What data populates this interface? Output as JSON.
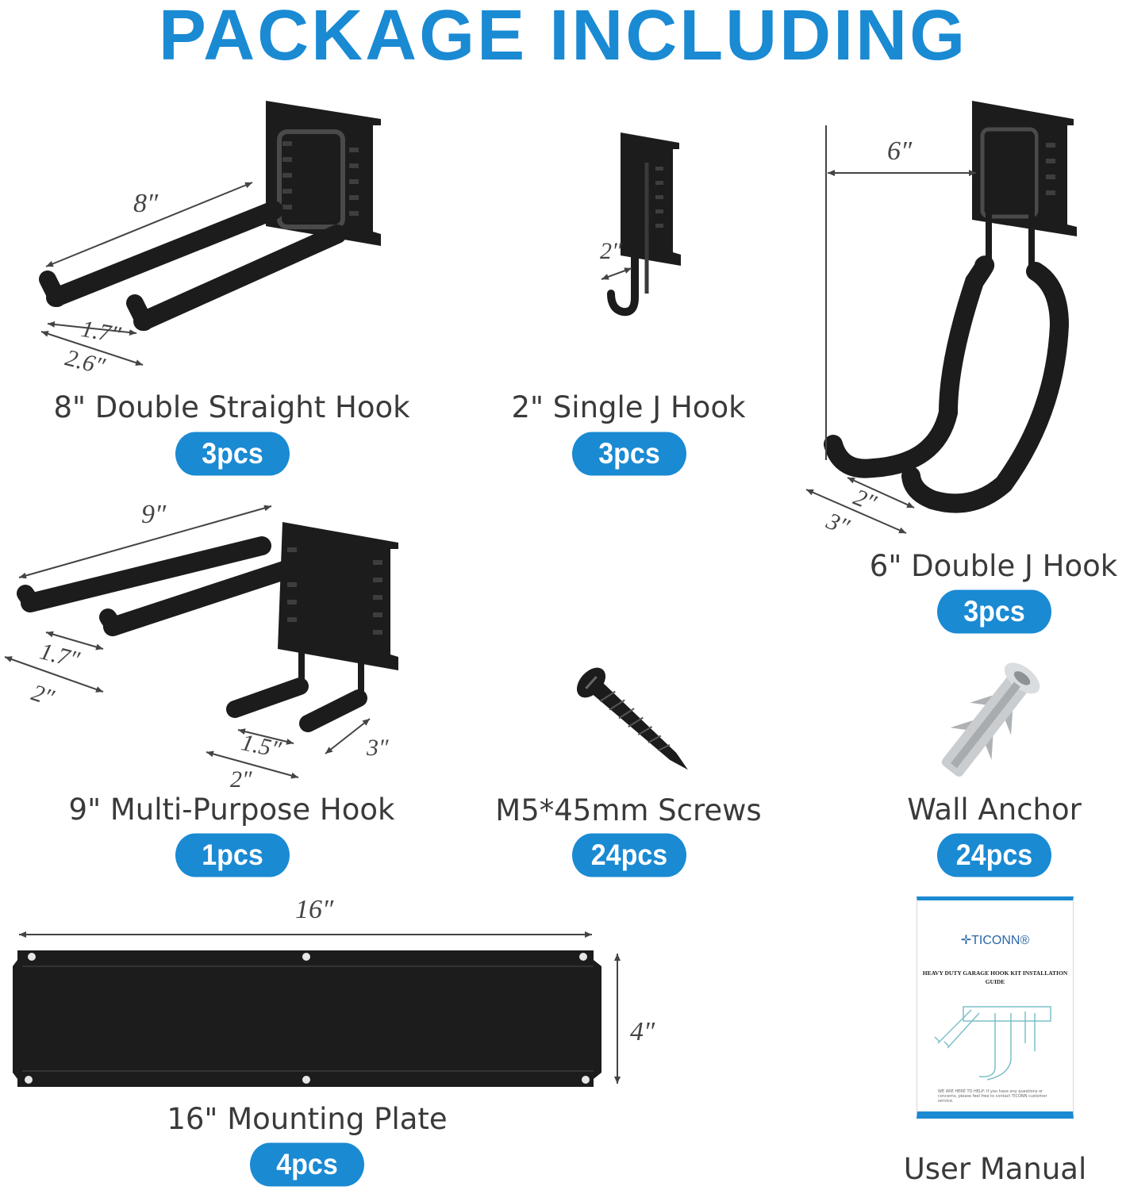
{
  "title": "PACKAGE INCLUDING",
  "items": {
    "double_straight_hook": {
      "name": "8\" Double Straight Hook",
      "qty": "3pcs",
      "dims": {
        "length": "8″",
        "gap": "1.7″",
        "width": "2.6″"
      }
    },
    "single_j_hook": {
      "name": "2\" Single J Hook",
      "qty": "3pcs",
      "dims": {
        "depth": "2″"
      }
    },
    "double_j_hook": {
      "name": "6\" Double J Hook",
      "qty": "3pcs",
      "dims": {
        "depth": "6″",
        "gap": "2″",
        "width": "3″"
      }
    },
    "multi_purpose_hook": {
      "name": "9\" Multi-Purpose Hook",
      "qty": "1pcs",
      "dims": {
        "length": "9″",
        "gap": "1.7″",
        "width": "2″",
        "lower_gap": "1.5″",
        "lower_width": "2″",
        "lower_depth": "3″"
      }
    },
    "screws": {
      "name": "M5*45mm Screws",
      "qty": "24pcs"
    },
    "wall_anchor": {
      "name": "Wall Anchor",
      "qty": "24pcs"
    },
    "mounting_plate": {
      "name": "16\" Mounting Plate",
      "qty": "4pcs",
      "dims": {
        "length": "16″",
        "height": "4″"
      }
    },
    "user_manual": {
      "name": "User Manual",
      "brand": "TICONN",
      "cover_title": "HEAVY DUTY GARAGE HOOK KIT INSTALLATION GUIDE",
      "cover_footer": "WE ARE HERE TO HELP: If you have any questions or concerns, please feel free to contact TICONN customer service."
    }
  },
  "colors": {
    "title": "#1a8ad3",
    "badge": "#1a8ad3",
    "product": "#1c1c1c"
  }
}
